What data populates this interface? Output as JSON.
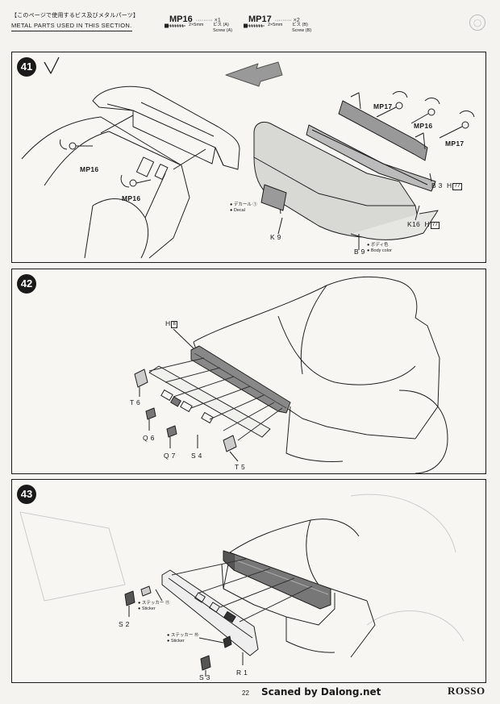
{
  "header": {
    "title_jp": "【このページで使用するビス及びメタルパーツ】",
    "title_en": "METAL PARTS USED IN THIS SECTION.",
    "parts": [
      {
        "code": "MP16",
        "qty": "×1",
        "size": "2×5mm",
        "type_jp": "ビス (A)",
        "type_en": "Screw (A)"
      },
      {
        "code": "MP17",
        "qty": "×2",
        "size": "2×5mm",
        "type_jp": "ビス (B)",
        "type_en": "Screw (B)"
      }
    ]
  },
  "steps": {
    "s41": {
      "number": "41",
      "labels": {
        "mp17_a": "MP17",
        "mp16_a": "MP16",
        "mp17_b": "MP17",
        "mp16_left_a": "MP16",
        "mp16_left_b": "MP16",
        "b3": "B 3",
        "b3_h": "H",
        "b3_h_num": "77",
        "k16": "K16",
        "k16_h": "H",
        "k16_h_num": "77",
        "k9": "K 9",
        "b9": "B 9",
        "decal_jp": "デカール ①",
        "decal_en": "Decal",
        "body_jp": "ボディ色",
        "body_en": "Body color"
      }
    },
    "s42": {
      "number": "42",
      "labels": {
        "h8": "H",
        "h8_num": "8",
        "t6": "T 6",
        "q6": "Q 6",
        "q7": "Q 7",
        "s4": "S 4",
        "t5": "T 5"
      }
    },
    "s43": {
      "number": "43",
      "labels": {
        "s2": "S 2",
        "s3": "S 3",
        "r1": "R 1",
        "sticker11_jp": "ステッカー ⑪",
        "sticker11_en": "Sticker",
        "sticker10_jp": "ステッカー ⑩",
        "sticker10_en": "Sticker"
      }
    }
  },
  "footer": {
    "page": "22",
    "scan_credit": "Scaned by Dalong.net",
    "brand": "ROSSO"
  }
}
